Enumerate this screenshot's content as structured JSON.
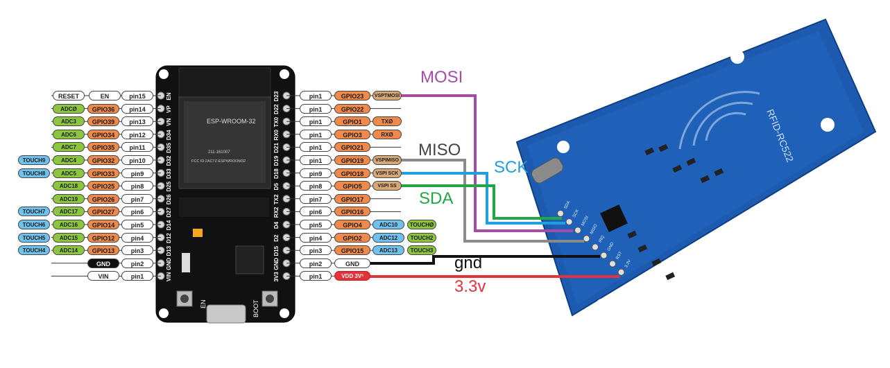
{
  "board": {
    "module_name": "ESP-WROOM-32",
    "fcc_id": "FCC ID:2AC7Z-ESPWROOM32",
    "cert_code": "211-161007",
    "en_button": "EN",
    "boot_button": "BOOT"
  },
  "rfid": {
    "label": "RFID-RC522",
    "pin_labels": [
      "SDA",
      "SCK",
      "MOSI",
      "MISO",
      "IRQ",
      "GND",
      "RST",
      "3.3V"
    ]
  },
  "left_pins": [
    {
      "pin": "pin15",
      "tags": [
        {
          "t": "RESET",
          "c": "plain"
        },
        {
          "t": "EN",
          "c": "plain"
        }
      ]
    },
    {
      "pin": "pin14",
      "gpio": "GPIO36",
      "tags": [
        {
          "t": "ADCØ",
          "c": "adc"
        }
      ]
    },
    {
      "pin": "pin13",
      "gpio": "GPIO39",
      "tags": [
        {
          "t": "ADC3",
          "c": "adc"
        }
      ]
    },
    {
      "pin": "pin12",
      "gpio": "GPIO34",
      "tags": [
        {
          "t": "ADC6",
          "c": "adc"
        }
      ]
    },
    {
      "pin": "pin11",
      "gpio": "GPIO35",
      "tags": [
        {
          "t": "ADC7",
          "c": "adc"
        }
      ]
    },
    {
      "pin": "pin10",
      "gpio": "GPIO32",
      "tags": [
        {
          "t": "TOUCH9",
          "c": "touch"
        },
        {
          "t": "ADC4",
          "c": "adc"
        }
      ]
    },
    {
      "pin": "pin9",
      "gpio": "GPIO33",
      "tags": [
        {
          "t": "TOUCH8",
          "c": "touch"
        },
        {
          "t": "ADC5",
          "c": "adc"
        }
      ]
    },
    {
      "pin": "pin8",
      "gpio": "GPIO25",
      "tags": [
        {
          "t": "ADC18",
          "c": "adc"
        }
      ]
    },
    {
      "pin": "pin7",
      "gpio": "GPIO26",
      "tags": [
        {
          "t": "ADC19",
          "c": "adc"
        }
      ]
    },
    {
      "pin": "pin6",
      "gpio": "GPIO27",
      "tags": [
        {
          "t": "TOUCH7",
          "c": "touch"
        },
        {
          "t": "ADC17",
          "c": "adc"
        }
      ]
    },
    {
      "pin": "pin5",
      "gpio": "GPIO14",
      "tags": [
        {
          "t": "TOUCH6",
          "c": "touch"
        },
        {
          "t": "ADC16",
          "c": "adc"
        }
      ]
    },
    {
      "pin": "pin4",
      "gpio": "GPIO12",
      "tags": [
        {
          "t": "TOUCH5",
          "c": "touch"
        },
        {
          "t": "ADC15",
          "c": "adc"
        }
      ]
    },
    {
      "pin": "pin3",
      "gpio": "GPIO13",
      "tags": [
        {
          "t": "TOUCH4",
          "c": "touch"
        },
        {
          "t": "ADC14",
          "c": "adc"
        }
      ]
    },
    {
      "pin": "pin2",
      "tags": [
        {
          "t": "GND",
          "c": "gnd-tag"
        }
      ]
    },
    {
      "pin": "pin1",
      "tags": [
        {
          "t": "VIN",
          "c": "plain"
        }
      ]
    }
  ],
  "right_pins": [
    {
      "pin": "pin1",
      "gpio": "GPIO23",
      "tags": [
        {
          "t": "VSPTMOSI",
          "c": "vspi"
        }
      ]
    },
    {
      "pin": "pin1",
      "gpio": "GPIO22",
      "tags": []
    },
    {
      "pin": "pin1",
      "gpio": "GPIO1",
      "tags": [
        {
          "t": "TXØ",
          "c": "uart"
        }
      ]
    },
    {
      "pin": "pin1",
      "gpio": "GPIO3",
      "tags": [
        {
          "t": "RXØ",
          "c": "uart"
        }
      ]
    },
    {
      "pin": "pin1",
      "gpio": "GPIO21",
      "tags": []
    },
    {
      "pin": "pin1",
      "gpio": "GPIO19",
      "tags": [
        {
          "t": "VSPIMISO",
          "c": "vspi"
        }
      ]
    },
    {
      "pin": "pin9",
      "gpio": "GPIO18",
      "tags": [
        {
          "t": "VSPI SCK",
          "c": "vspi"
        }
      ]
    },
    {
      "pin": "pin8",
      "gpio": "GPIO5",
      "tags": [
        {
          "t": "VSPI SS",
          "c": "vspi"
        }
      ]
    },
    {
      "pin": "pin7",
      "gpio": "GPIO17",
      "tags": []
    },
    {
      "pin": "pin6",
      "gpio": "GPIO16",
      "tags": []
    },
    {
      "pin": "pin5",
      "gpio": "GPIO4",
      "tags": [
        {
          "t": "ADC10",
          "c": "touch"
        },
        {
          "t": "TOUCHØ",
          "c": "adc"
        }
      ]
    },
    {
      "pin": "pin4",
      "gpio": "GPIO2",
      "tags": [
        {
          "t": "ADC12",
          "c": "touch"
        },
        {
          "t": "TOUCH2",
          "c": "adc"
        }
      ]
    },
    {
      "pin": "pin3",
      "gpio": "GPIO15",
      "tags": [
        {
          "t": "ADC13",
          "c": "touch"
        },
        {
          "t": "TOUCH3",
          "c": "adc"
        }
      ]
    },
    {
      "pin": "pin2",
      "gpio": "GND",
      "gpioClass": "plain",
      "tags": []
    },
    {
      "pin": "pin1",
      "gpio": "VDD 3V³",
      "gpioClass": "vdd-tag",
      "tags": []
    }
  ],
  "left_header_labels": [
    "EN",
    "VP",
    "VN",
    "D34",
    "D35",
    "D32",
    "D33",
    "D25",
    "D26",
    "D27",
    "D14",
    "D12",
    "D13",
    "GND",
    "VIN"
  ],
  "right_header_labels": [
    "D23",
    "D22",
    "TX0",
    "RX0",
    "D21",
    "D19",
    "D18",
    "D5",
    "TX2",
    "RX2",
    "D4",
    "D2",
    "D15",
    "GND",
    "3V3"
  ],
  "wires": [
    {
      "label": "MOSI",
      "color": "#a64ca6"
    },
    {
      "label": "MISO",
      "color": "#8a8a8a"
    },
    {
      "label": "SCK",
      "color": "#1f9fe0"
    },
    {
      "label": "SDA",
      "color": "#21a644"
    },
    {
      "label": "gnd",
      "color": "#111111"
    },
    {
      "label": "3.3v",
      "color": "#e2323a"
    }
  ]
}
